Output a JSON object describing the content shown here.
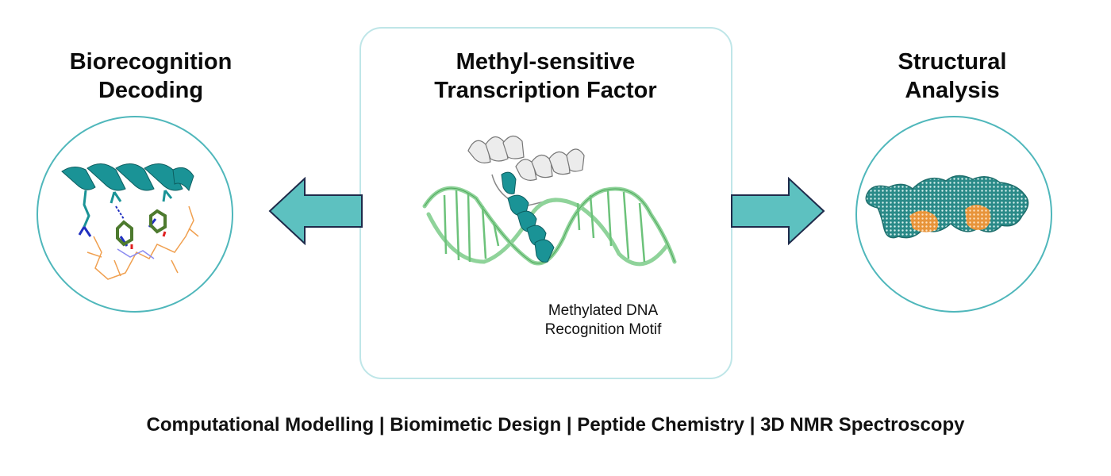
{
  "left_panel": {
    "title_lines": [
      "Biorecognition",
      "Decoding"
    ],
    "image": "helix-dna-interaction-icon"
  },
  "center_panel": {
    "title_lines": [
      "Methyl-sensitive",
      "Transcription Factor"
    ],
    "image": "protein-dna-complex-icon",
    "annotation_lines": [
      "Methylated DNA",
      "Recognition Motif"
    ]
  },
  "right_panel": {
    "title_lines": [
      "Structural",
      "Analysis"
    ],
    "image": "surface-mesh-icon"
  },
  "arrows": {
    "left": "arrow-left-icon",
    "right": "arrow-right-icon"
  },
  "footer": {
    "text": "Computational Modelling | Biomimetic Design | Peptide Chemistry | 3D NMR Spectroscopy",
    "items": [
      "Computational Modelling",
      "Biomimetic Design",
      "Peptide Chemistry",
      "3D NMR Spectroscopy"
    ]
  },
  "colors": {
    "teal": "#1a9396",
    "teal_light": "#5dc1c0",
    "circle_border": "#4fb7bb",
    "box_border": "#bfe6e8",
    "dna_green": "#8fd39a",
    "orange": "#f0a050"
  }
}
